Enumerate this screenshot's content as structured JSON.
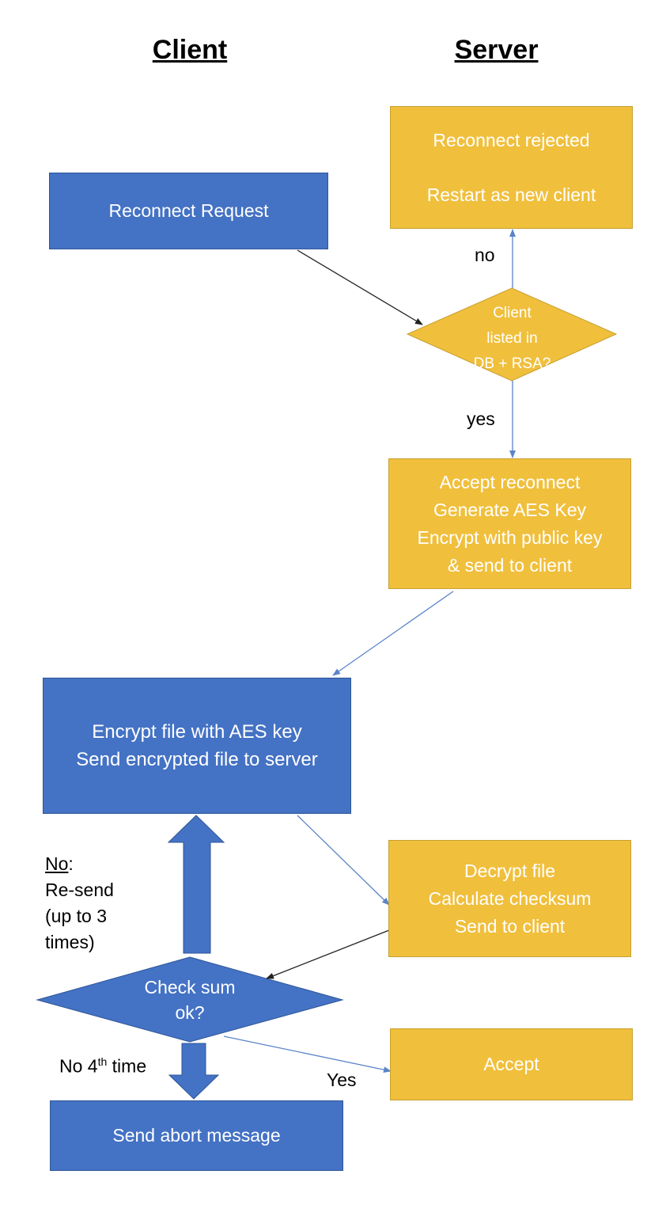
{
  "headers": {
    "client": "Client",
    "server": "Server"
  },
  "nodes": {
    "reconnect_request": "Reconnect Request",
    "reconnect_rejected": {
      "line1": "Reconnect rejected",
      "line2": "Restart as new client"
    },
    "client_listed": {
      "line1": "Client",
      "line2": "listed in",
      "line3": "DB + RSA?"
    },
    "accept_reconnect": {
      "line1": "Accept reconnect",
      "line2": "Generate AES Key",
      "line3": "Encrypt with public key",
      "line4": "& send to client"
    },
    "encrypt_file": {
      "line1": "Encrypt file with AES key",
      "line2": "Send encrypted file to server"
    },
    "decrypt_file": {
      "line1": "Decrypt file",
      "line2": "Calculate checksum",
      "line3": "Send to client"
    },
    "check_sum": {
      "line1": "Check sum",
      "line2": "ok?"
    },
    "accept": "Accept",
    "send_abort": "Send abort message"
  },
  "labels": {
    "no_top": "no",
    "yes_top": "yes",
    "no_resend": {
      "no": "No",
      "colon": ":",
      "line2": "Re-send",
      "line3": "(up to 3",
      "line4": "times)"
    },
    "no_4th": {
      "pre": "No 4",
      "sup": "th",
      "post": " time"
    },
    "yes_bottom": "Yes"
  },
  "colors": {
    "blue": "#4472c4",
    "gold": "#f0bf3c",
    "connector_blue": "#5b84c8",
    "connector_black": "#222222"
  }
}
